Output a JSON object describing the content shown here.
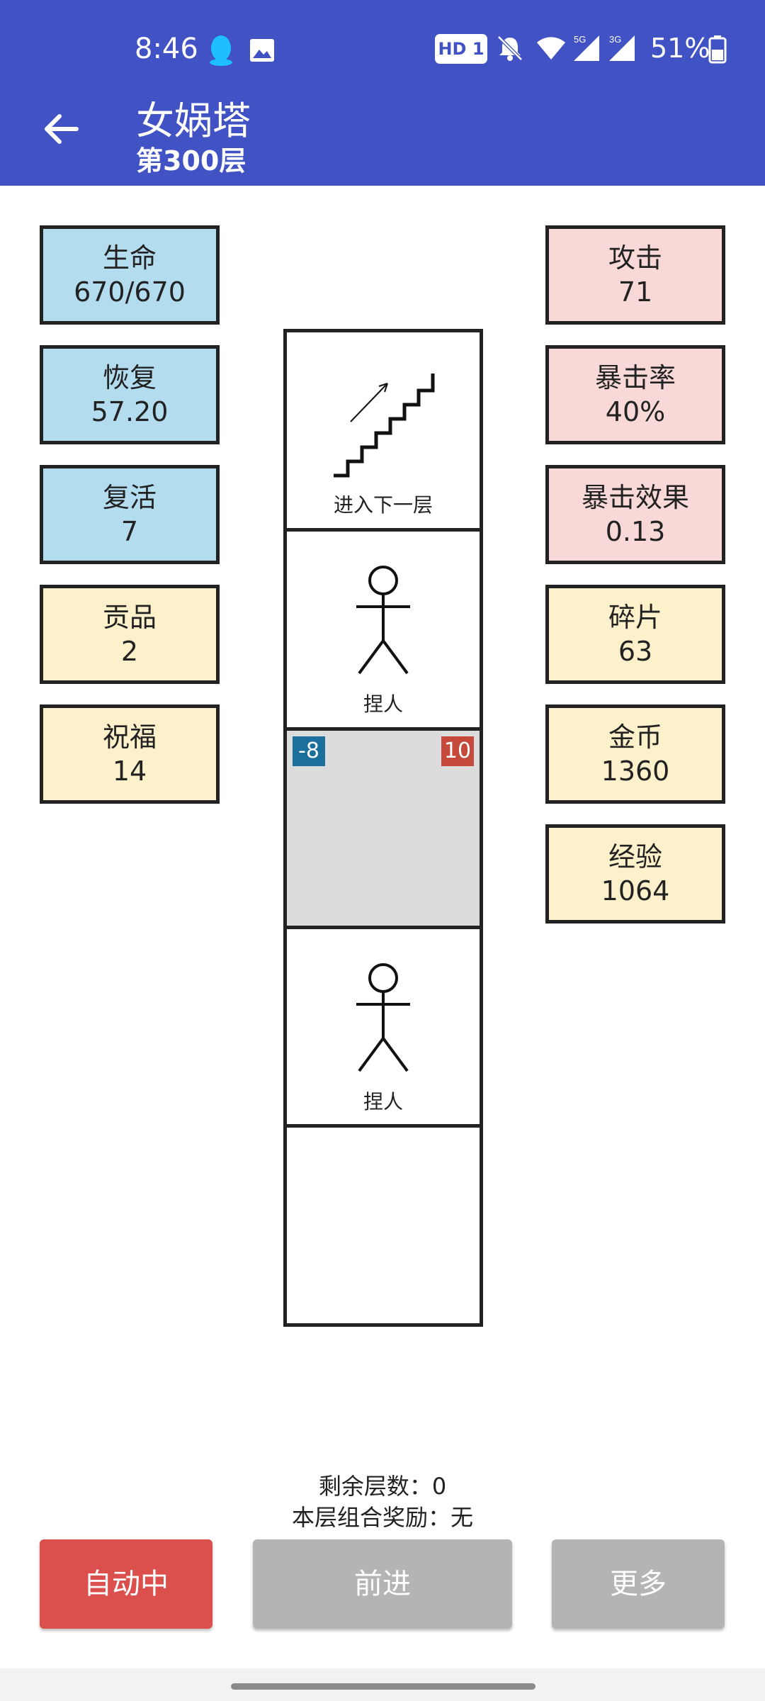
{
  "status_bar": {
    "time": "8:46",
    "hd_badge": "HD 1",
    "battery": "51%"
  },
  "header": {
    "title": "女娲塔",
    "subtitle": "第300层"
  },
  "stats_left": [
    {
      "label": "生命",
      "value": "670/670",
      "color": "#b3dcef"
    },
    {
      "label": "恢复",
      "value": "57.20",
      "color": "#b3dcef"
    },
    {
      "label": "复活",
      "value": "7",
      "color": "#b3dcef"
    },
    {
      "label": "贡品",
      "value": "2",
      "color": "#fdf1cc"
    },
    {
      "label": "祝福",
      "value": "14",
      "color": "#fdf1cc"
    }
  ],
  "stats_right": [
    {
      "label": "攻击",
      "value": "71",
      "color": "#f8d9d8"
    },
    {
      "label": "暴击率",
      "value": "40%",
      "color": "#f8d9d8"
    },
    {
      "label": "暴击效果",
      "value": "0.13",
      "color": "#f8d9d8"
    },
    {
      "label": "碎片",
      "value": "63",
      "color": "#fdf1cc"
    },
    {
      "label": "金币",
      "value": "1360",
      "color": "#fdf1cc"
    },
    {
      "label": "经验",
      "value": "1064",
      "color": "#fdf1cc"
    }
  ],
  "tower": {
    "stairs_label": "进入下一层",
    "person_label_1": "捏人",
    "gray_left_badge": "-8",
    "gray_right_badge": "10",
    "person_label_2": "捏人"
  },
  "info": {
    "remaining_floors": "剩余层数：0",
    "combo_reward": "本层组合奖励：无"
  },
  "buttons": {
    "auto": "自动中",
    "forward": "前进",
    "more": "更多"
  },
  "colors": {
    "app_bar": "#4052c4",
    "auto_button": "#db4f4d",
    "disabled_button": "#b4b4b4"
  }
}
